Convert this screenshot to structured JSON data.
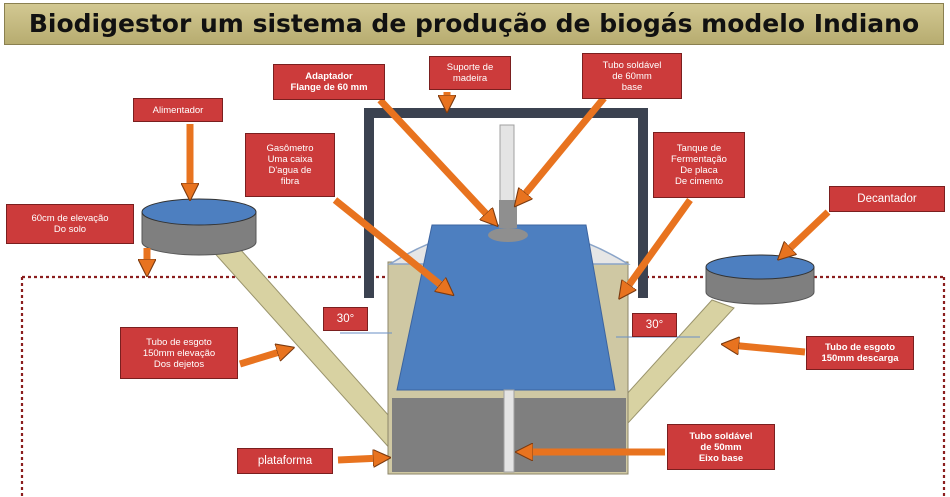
{
  "title": "Biodigestor um sistema de produção de biogás modelo Indiano",
  "labels": {
    "adaptador": "Adaptador\nFlange de 60 mm",
    "suporte": "Suporte de\nmadeira",
    "tubo_soldavel_60": "Tubo soldável\nde 60mm\nbase",
    "alimentador": "Alimentador",
    "gasometro": "Gasômetro\nUma caixa\nD'agua de\nfibra",
    "tanque": "Tanque de\nFermentação\nDe placa\nDe cimento",
    "elevacao": "60cm de elevação\nDo solo",
    "decantador": "Decantador",
    "angle_left": "30°",
    "angle_right": "30°",
    "tubo_esgoto_elevacao": "Tubo de esgoto\n150mm elevação\nDos dejetos",
    "tubo_esgoto_descarga": "Tubo de esgoto\n150mm descarga",
    "plataforma": "plataforma",
    "tubo_soldavel_50": "Tubo soldável\nde 50mm\nEixo base"
  },
  "colors": {
    "label_fill": "#cc3b3b",
    "arrow": "#e8731f",
    "water_blue": "#4d7fc0",
    "concrete": "#7f7f7f",
    "tank_beige": "#cfc8a3",
    "frame": "#3b4250",
    "pipe": "#d8d2a2",
    "ground_line": "#8b1e1e"
  }
}
